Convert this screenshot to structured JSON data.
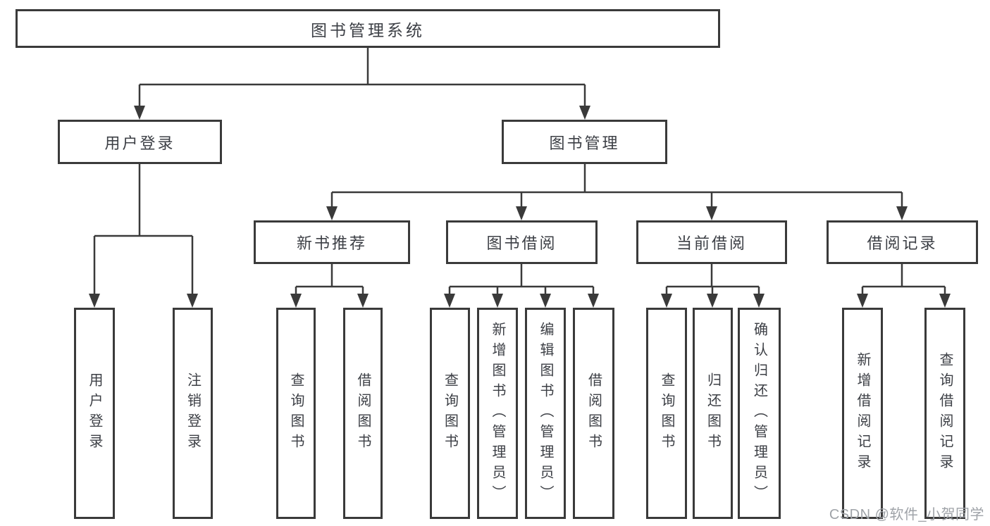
{
  "diagram": {
    "colors": {
      "line": "#3a3a3a",
      "text": "#3c3f45",
      "watermark": "#9fa3a8",
      "background": "#ffffff"
    },
    "watermark": "CSDN @软件_小贺同学",
    "tree": {
      "label": "图书管理系统",
      "children": [
        {
          "label": "用户登录",
          "children": [
            {
              "label": "用户登录"
            },
            {
              "label": "注销登录"
            }
          ]
        },
        {
          "label": "图书管理",
          "children": [
            {
              "label": "新书推荐",
              "children": [
                {
                  "label": "查询图书"
                },
                {
                  "label": "借阅图书"
                }
              ]
            },
            {
              "label": "图书借阅",
              "children": [
                {
                  "label": "查询图书"
                },
                {
                  "label": "新增图书（管理员）"
                },
                {
                  "label": "编辑图书（管理员）"
                },
                {
                  "label": "借阅图书"
                }
              ]
            },
            {
              "label": "当前借阅",
              "children": [
                {
                  "label": "查询图书"
                },
                {
                  "label": "归还图书"
                },
                {
                  "label": "确认归还（管理员）"
                }
              ]
            },
            {
              "label": "借阅记录",
              "children": [
                {
                  "label": "新增借阅记录"
                },
                {
                  "label": "查询借阅记录"
                }
              ]
            }
          ]
        }
      ]
    }
  }
}
